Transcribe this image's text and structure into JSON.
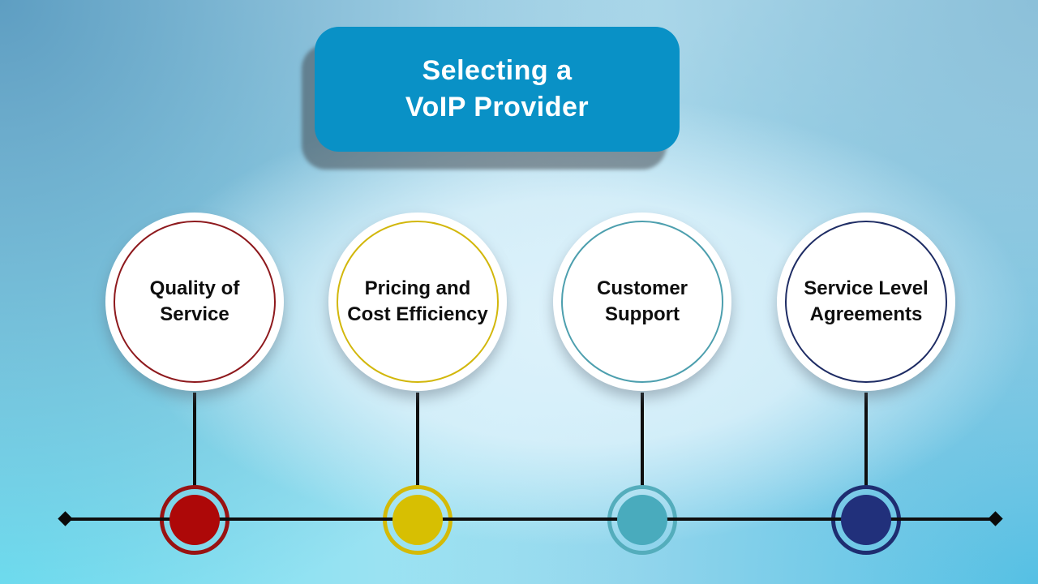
{
  "title": {
    "text": "Selecting a\nVoIP Provider",
    "bg_color": "#0991c6",
    "text_color": "#ffffff"
  },
  "items": [
    {
      "label": "Quality of\nService",
      "circle_border": "#8e191d",
      "node_ring": "#991212",
      "node_fill": "#ad0808"
    },
    {
      "label": "Pricing and\nCost Efficiency",
      "circle_border": "#d2b70b",
      "node_ring": "#d4ba06",
      "node_fill": "#d7bf02"
    },
    {
      "label": "Customer\nSupport",
      "circle_border": "#4d9fae",
      "node_ring": "#54adbc",
      "node_fill": "#49abbd"
    },
    {
      "label": "Service Level\nAgreements",
      "circle_border": "#1e2c64",
      "node_ring": "#1e2d70",
      "node_fill": "#21307b"
    }
  ],
  "timeline": {
    "line_color": "#0e0e0e",
    "endpoint_shape": "diamond"
  }
}
